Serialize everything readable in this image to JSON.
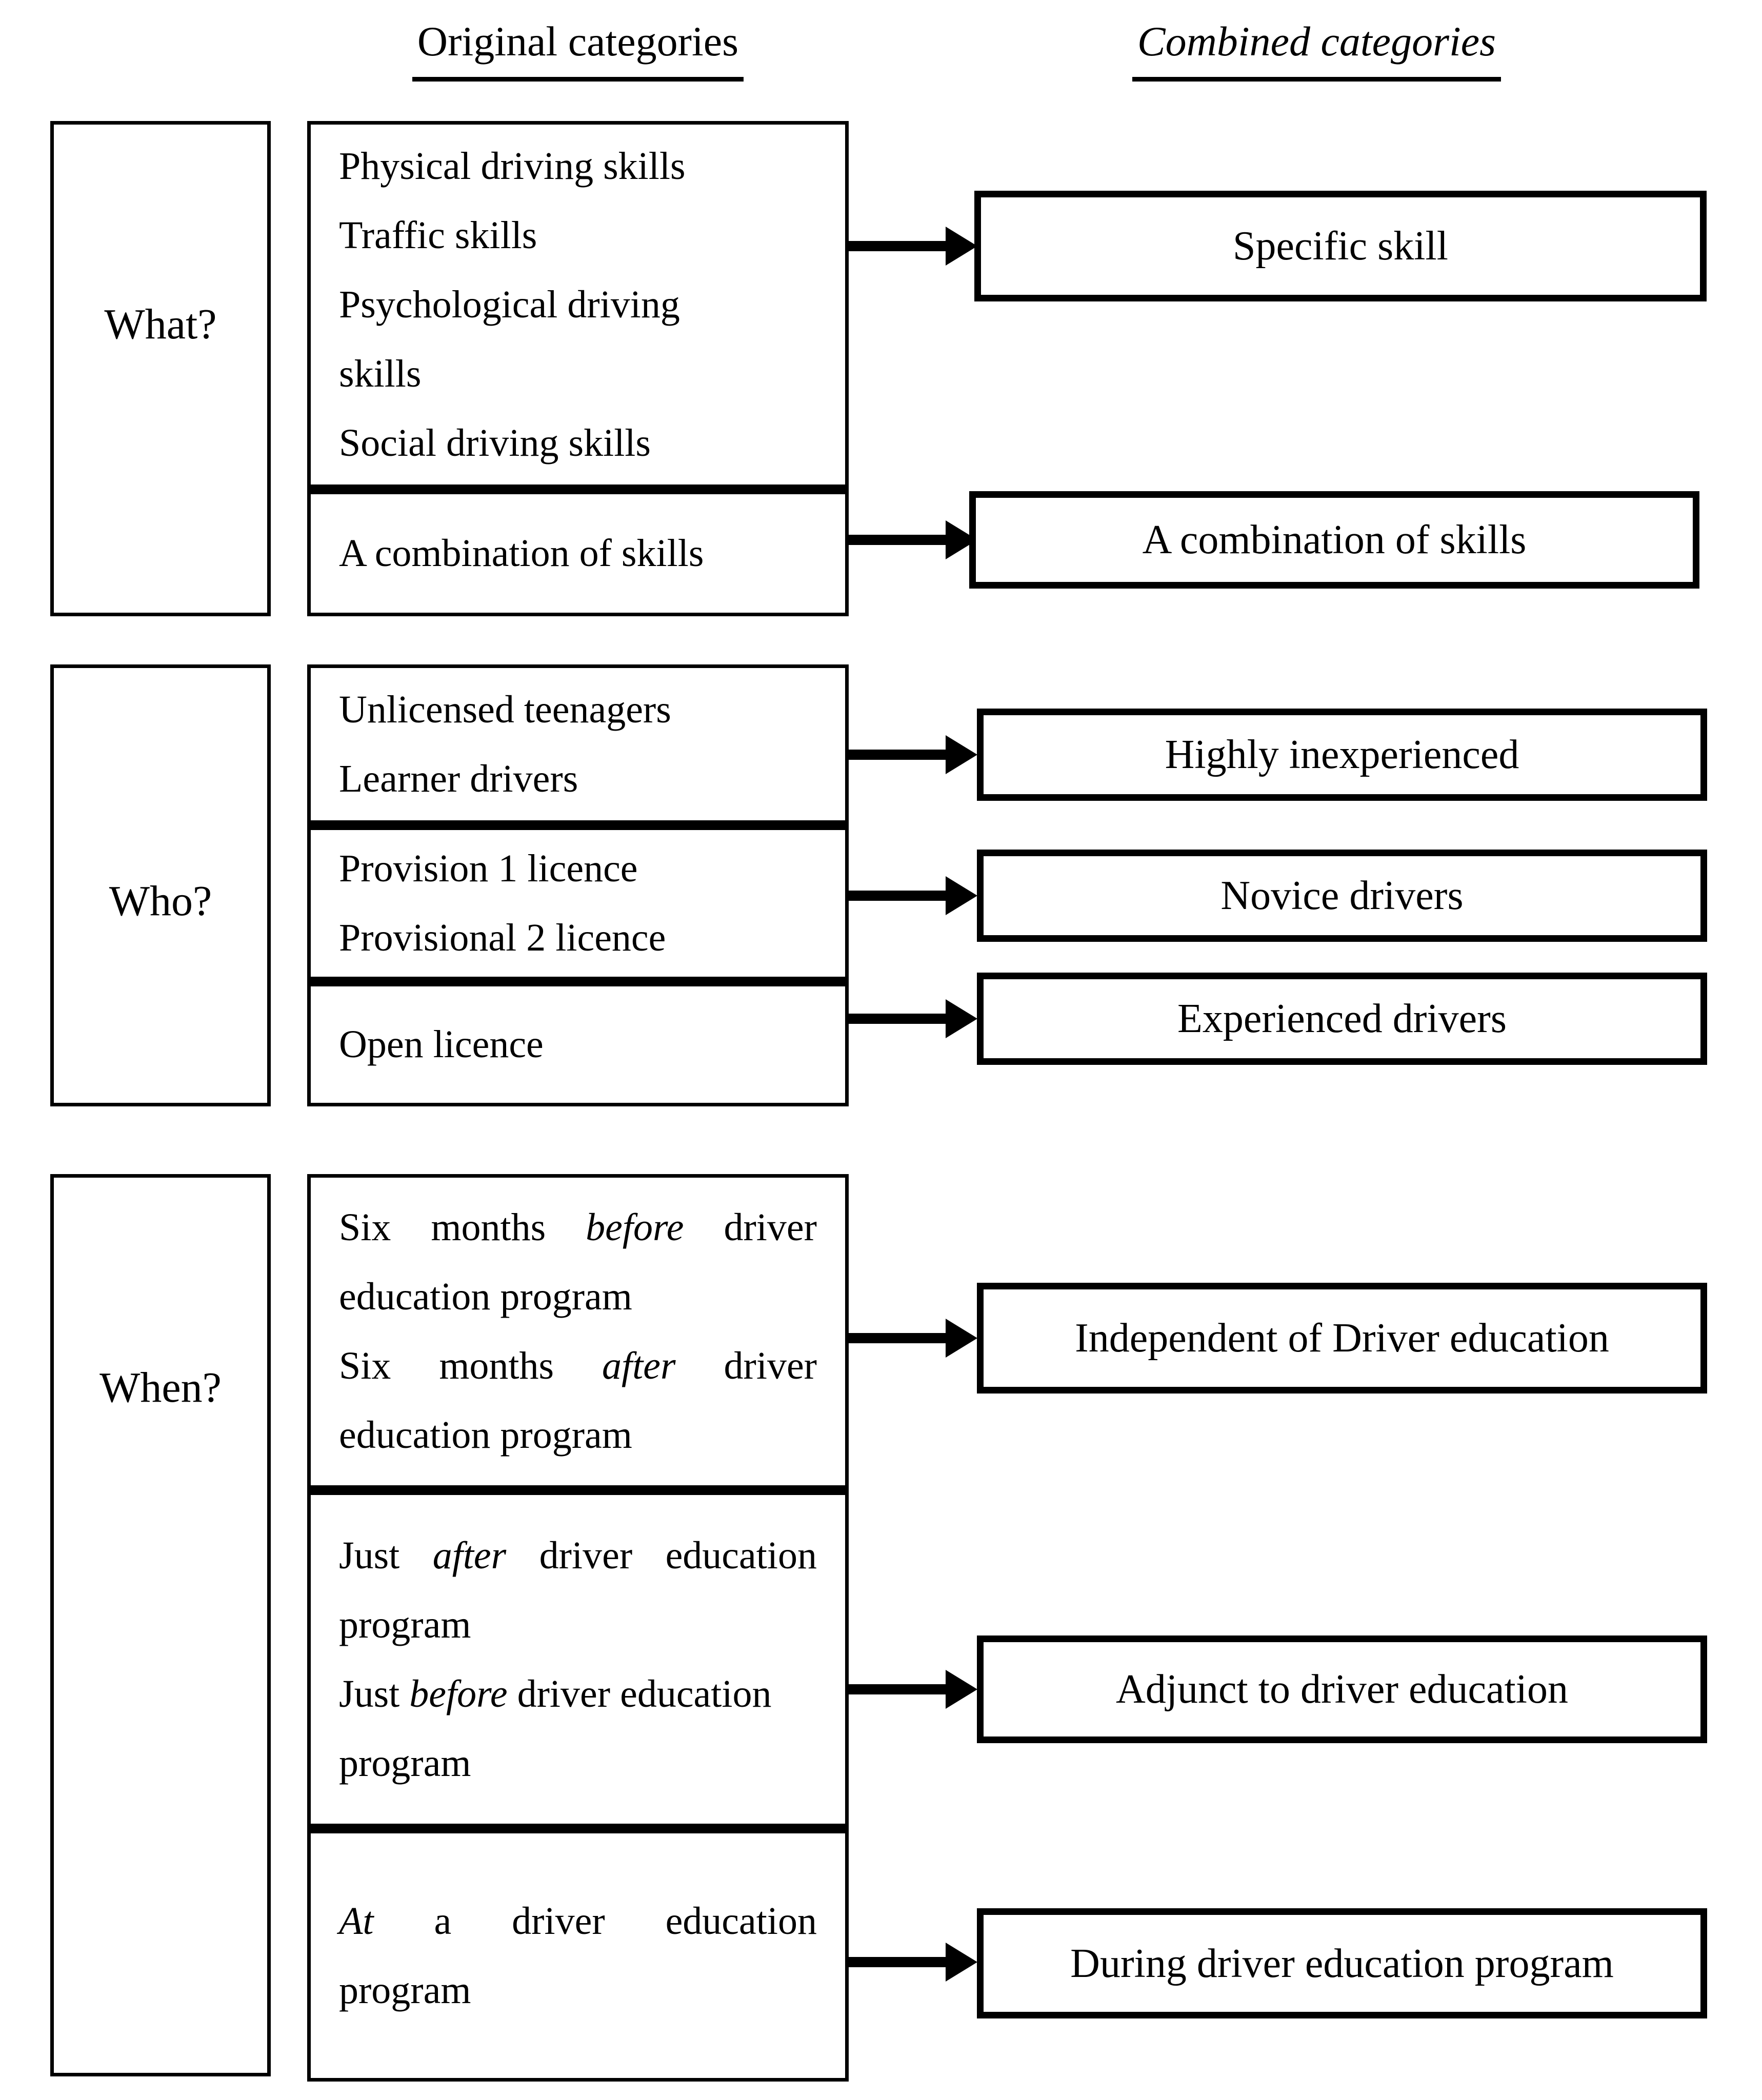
{
  "headers": {
    "original": "Original categories",
    "combined": "Combined categories"
  },
  "colors": {
    "background": "#ffffff",
    "line": "#000000"
  },
  "rows": [
    {
      "question": "What?",
      "cells": [
        {
          "lines": [
            {
              "parts": [
                {
                  "t": "Physical driving skills"
                }
              ]
            },
            {
              "parts": [
                {
                  "t": "Traffic skills"
                }
              ]
            },
            {
              "parts": [
                {
                  "t": "Psychological driving"
                }
              ]
            },
            {
              "parts": [
                {
                  "t": "skills"
                }
              ]
            },
            {
              "parts": [
                {
                  "t": "Social driving skills"
                }
              ]
            }
          ]
        },
        {
          "lines": [
            {
              "parts": [
                {
                  "t": "A combination of skills"
                }
              ]
            }
          ]
        }
      ],
      "outputs": [
        {
          "label": "Specific skill"
        },
        {
          "label": "A combination of skills"
        }
      ]
    },
    {
      "question": "Who?",
      "cells": [
        {
          "lines": [
            {
              "parts": [
                {
                  "t": "Unlicensed teenagers"
                }
              ]
            },
            {
              "parts": [
                {
                  "t": "Learner drivers"
                }
              ]
            }
          ]
        },
        {
          "lines": [
            {
              "parts": [
                {
                  "t": "Provision 1 licence"
                }
              ]
            },
            {
              "parts": [
                {
                  "t": "Provisional 2 licence"
                }
              ]
            }
          ]
        },
        {
          "lines": [
            {
              "parts": [
                {
                  "t": "Open licence"
                }
              ]
            }
          ]
        }
      ],
      "outputs": [
        {
          "label": "Highly inexperienced"
        },
        {
          "label": "Novice drivers"
        },
        {
          "label": "Experienced drivers"
        }
      ]
    },
    {
      "question": "When?",
      "cells": [
        {
          "lines": [
            {
              "justify": true,
              "parts": [
                {
                  "t": "Six months "
                },
                {
                  "t": "before",
                  "i": true
                },
                {
                  "t": " driver"
                }
              ]
            },
            {
              "parts": [
                {
                  "t": "education program"
                }
              ]
            },
            {
              "justify": true,
              "parts": [
                {
                  "t": "Six months "
                },
                {
                  "t": "after",
                  "i": true
                },
                {
                  "t": " driver"
                }
              ]
            },
            {
              "parts": [
                {
                  "t": "education program"
                }
              ]
            }
          ]
        },
        {
          "lines": [
            {
              "justify": true,
              "parts": [
                {
                  "t": "Just "
                },
                {
                  "t": "after",
                  "i": true
                },
                {
                  "t": " driver education"
                }
              ]
            },
            {
              "parts": [
                {
                  "t": "program"
                }
              ]
            },
            {
              "parts": [
                {
                  "t": "Just "
                },
                {
                  "t": "before",
                  "i": true
                },
                {
                  "t": " driver education"
                }
              ]
            },
            {
              "parts": [
                {
                  "t": "program"
                }
              ]
            }
          ]
        },
        {
          "lines": [
            {
              "justify": true,
              "parts": [
                {
                  "t": "At",
                  "i": true
                },
                {
                  "t": " a driver education"
                }
              ]
            },
            {
              "parts": [
                {
                  "t": "program"
                }
              ]
            }
          ]
        }
      ],
      "outputs": [
        {
          "label": "Independent of Driver education"
        },
        {
          "label": "Adjunct to driver education"
        },
        {
          "label": "During driver education program"
        }
      ]
    }
  ]
}
